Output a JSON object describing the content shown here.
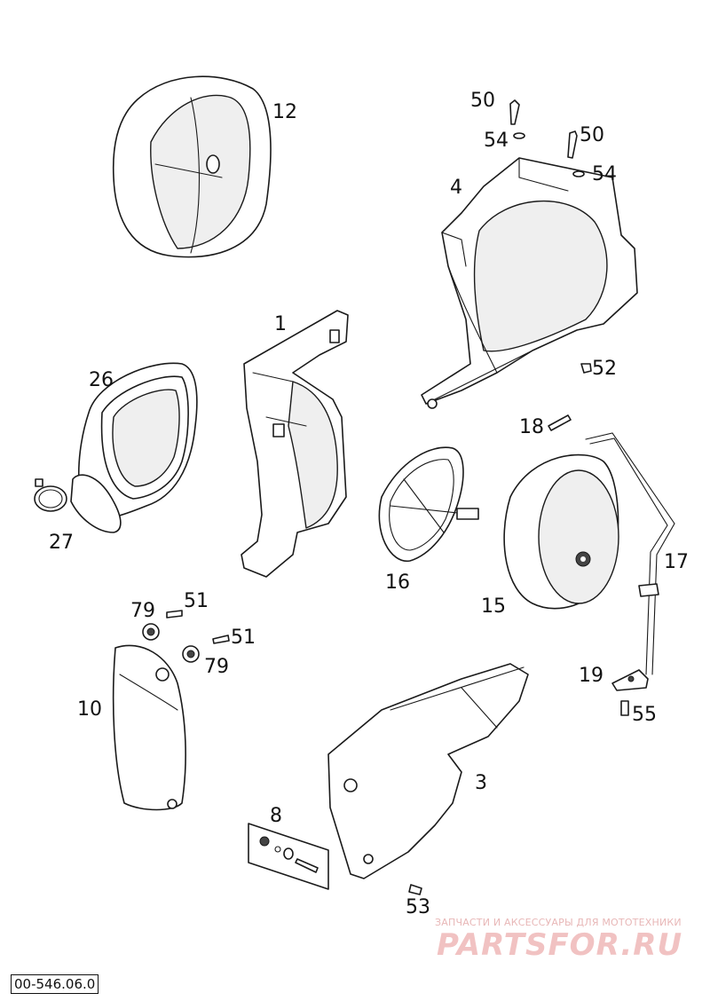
{
  "diagram": {
    "code": "00-546.06.0",
    "watermark": {
      "tagline": "ЗАПЧАСТИ И АКСЕССУАРЫ ДЛЯ МОТОТЕХНИКИ",
      "logo": "PARTSFOR.RU"
    },
    "labels": {
      "l12": "12",
      "l50a": "50",
      "l54a": "54",
      "l50b": "50",
      "l54b": "54",
      "l4": "4",
      "l1": "1",
      "l26": "26",
      "l52": "52",
      "l18": "18",
      "l27": "27",
      "l16": "16",
      "l15": "15",
      "l17": "17",
      "l79a": "79",
      "l51a": "51",
      "l51b": "51",
      "l79b": "79",
      "l10": "10",
      "l19": "19",
      "l55": "55",
      "l3": "3",
      "l8": "8",
      "l53": "53"
    }
  }
}
